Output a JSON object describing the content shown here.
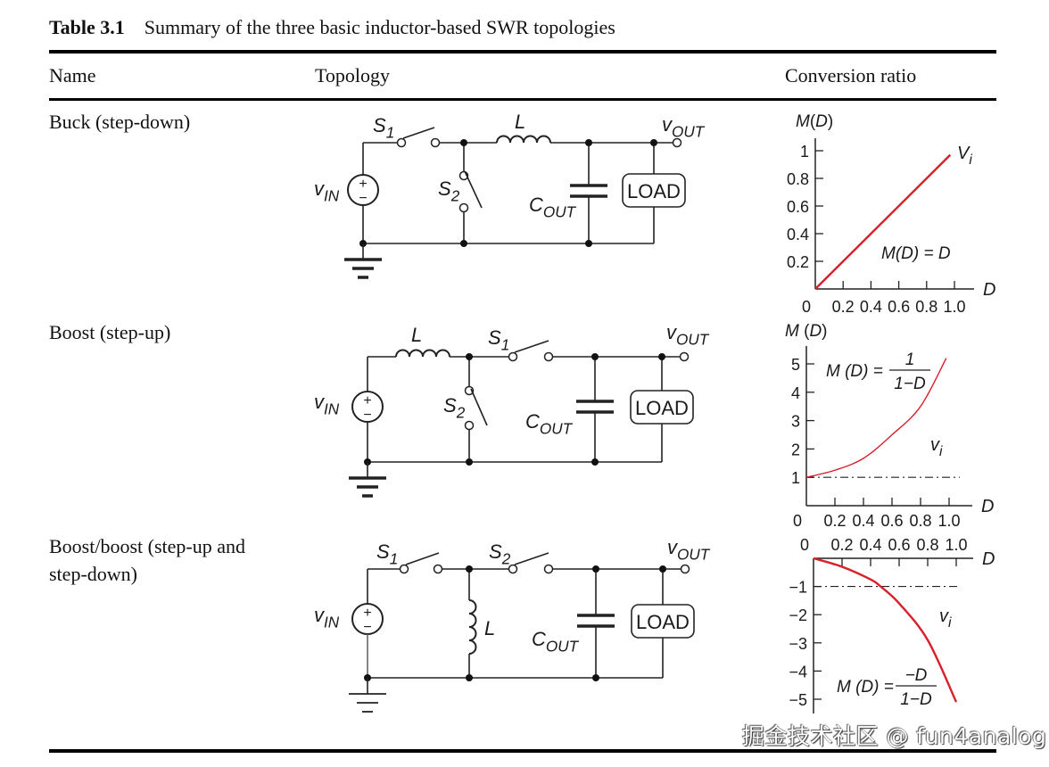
{
  "caption": {
    "label": "Table 3.1",
    "text": "Summary of the three basic inductor-based SWR topologies"
  },
  "headers": {
    "name": "Name",
    "topology": "Topology",
    "conversion": "Conversion ratio"
  },
  "rows": [
    {
      "name": "Buck (step-down)"
    },
    {
      "name": "Boost (step-up)"
    },
    {
      "name": "Boost/boost (step-up and step-down)"
    }
  ],
  "circuit_labels": {
    "s1_main": "S",
    "s1_sub": "1",
    "s2_main": "S",
    "s2_sub": "2",
    "inductor": "L",
    "cout_main": "C",
    "cout_sub": "OUT",
    "vin_main": "v",
    "vin_sub": "IN",
    "vout_main": "v",
    "vout_sub": "OUT",
    "load": "LOAD",
    "plus": "+",
    "minus": "−"
  },
  "chart_data": [
    {
      "type": "line",
      "title": "Buck",
      "xlabel": "D",
      "ylabel": "M(D)",
      "x_ticks": [
        "0",
        "0.2",
        "0.4",
        "0.6",
        "0.8",
        "1.0"
      ],
      "y_ticks": [
        "0.2",
        "0.4",
        "0.6",
        "0.8",
        "1"
      ],
      "xlim": [
        0,
        1.1
      ],
      "ylim": [
        0,
        1.1
      ],
      "formula": "M(D) = D",
      "series": [
        {
          "name": "Vi",
          "x": [
            0,
            0.2,
            0.4,
            0.6,
            0.8,
            0.97
          ],
          "y": [
            0,
            0.2,
            0.4,
            0.6,
            0.8,
            0.97
          ]
        }
      ],
      "series_label": "V",
      "series_label_sub": "i",
      "annotation": "M(D) = D",
      "color": "#d8202a"
    },
    {
      "type": "line",
      "title": "Boost",
      "xlabel": "D",
      "ylabel": "M (D)",
      "x_ticks": [
        "0",
        "0.2",
        "0.4",
        "0.6",
        "0.8",
        "1.0"
      ],
      "y_ticks": [
        "1",
        "2",
        "3",
        "4",
        "5"
      ],
      "xlim": [
        0,
        1.1
      ],
      "ylim": [
        0,
        5.5
      ],
      "formula": "M(D) = 1/(1-D)",
      "reference_line": {
        "y": 1,
        "style": "dash-dot"
      },
      "series": [
        {
          "name": "vi",
          "x": [
            0,
            0.2,
            0.4,
            0.6,
            0.8,
            0.98
          ],
          "y": [
            1,
            1.25,
            1.67,
            2.5,
            3.5,
            5.2
          ]
        }
      ],
      "series_label": "v",
      "series_label_sub": "i",
      "annotation_lhs": "M (D) =",
      "annotation_num": "1",
      "annotation_den": "1−D",
      "color": "#d8202a"
    },
    {
      "type": "line",
      "title": "Buck-boost",
      "xlabel": "D",
      "ylabel": "",
      "x_ticks": [
        "0",
        "0.2",
        "0.4",
        "0.6",
        "0.8",
        "1.0"
      ],
      "y_ticks": [
        "−1",
        "−2",
        "−3",
        "−4",
        "−5"
      ],
      "xlim": [
        0,
        1.1
      ],
      "ylim": [
        -5.5,
        0
      ],
      "formula": "M(D) = -D/(1-D)",
      "reference_line": {
        "y": -1,
        "style": "dash-dot"
      },
      "series": [
        {
          "name": "vi",
          "x": [
            0,
            0.2,
            0.4,
            0.47,
            0.6,
            0.8,
            1.0
          ],
          "y": [
            0,
            -0.3,
            -0.75,
            -1,
            -1.6,
            -2.9,
            -5.1
          ]
        }
      ],
      "series_label": "v",
      "series_label_sub": "i",
      "annotation_lhs": "M (D) =",
      "annotation_num": "−D",
      "annotation_den": "1−D",
      "color": "#d8202a"
    }
  ],
  "watermark": "掘金技术社区 @ fun4analog"
}
